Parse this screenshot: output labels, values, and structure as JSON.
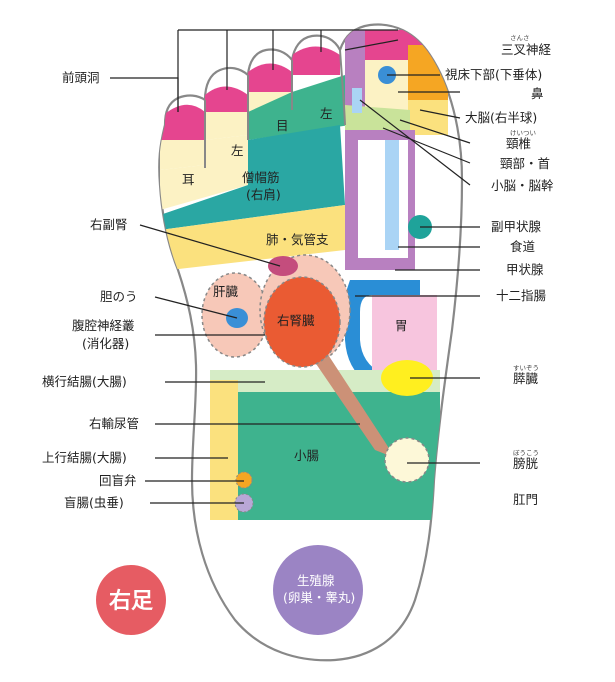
{
  "badge": "右足",
  "colors": {
    "outline": "#888888",
    "pink": "#e5458f",
    "teal": "#2aa7a3",
    "green": "#3eb38e",
    "yellow": "#fbe17e",
    "cream": "#fcf2c4",
    "orange": "#f5a623",
    "blue": "#3a8fd6",
    "purple": "#b880c0",
    "lavender": "#b9a7d6",
    "brown": "#cc9177",
    "badge": "#e65c63",
    "organ_orange": "#ea5b33",
    "skin_pink": "#f7c8b8",
    "light_green": "#d6ecc6"
  },
  "zones": {
    "left_ear": "耳",
    "left_big": "左",
    "eye": "目",
    "left_small": "左",
    "trapezius_line1": "僧帽筋",
    "trapezius_line2": "(右肩)",
    "lung": "肺・気管支",
    "liver": "肝臓",
    "kidney": "右腎臓",
    "stomach": "胃",
    "small_intestine": "小腸",
    "reproductive_line1": "生殖腺",
    "reproductive_line2": "(卵巣・睾丸)"
  },
  "left_labels": {
    "forehead": "前頭洞",
    "adrenal": "右副腎",
    "gallbladder": "胆のう",
    "celiac_line1": "腹腔神経叢",
    "celiac_line2": "(消化器)",
    "transverse_colon": "横行結腸(大腸)",
    "ureter": "右輸尿管",
    "ascending_colon": "上行結腸(大腸)",
    "ileocecal": "回盲弁",
    "cecum": "盲腸(虫垂)"
  },
  "right_labels": {
    "trigeminal": "三叉神経",
    "trigeminal_ruby": "さんさ",
    "pituitary": "視床下部(下垂体)",
    "nose": "鼻",
    "cerebrum": "大脳(右半球)",
    "neck_vertebra": "頸椎",
    "neck_vertebra_ruby": "けいつい",
    "neck": "頸部・首",
    "cerebellum": "小脳・脳幹",
    "parathyroid": "副甲状腺",
    "esophagus": "食道",
    "thyroid": "甲状腺",
    "duodenum": "十二指腸",
    "pancreas": "膵臓",
    "pancreas_ruby": "すいぞう",
    "bladder": "膀胱",
    "bladder_ruby": "ぼうこう",
    "anus": "肛門"
  }
}
